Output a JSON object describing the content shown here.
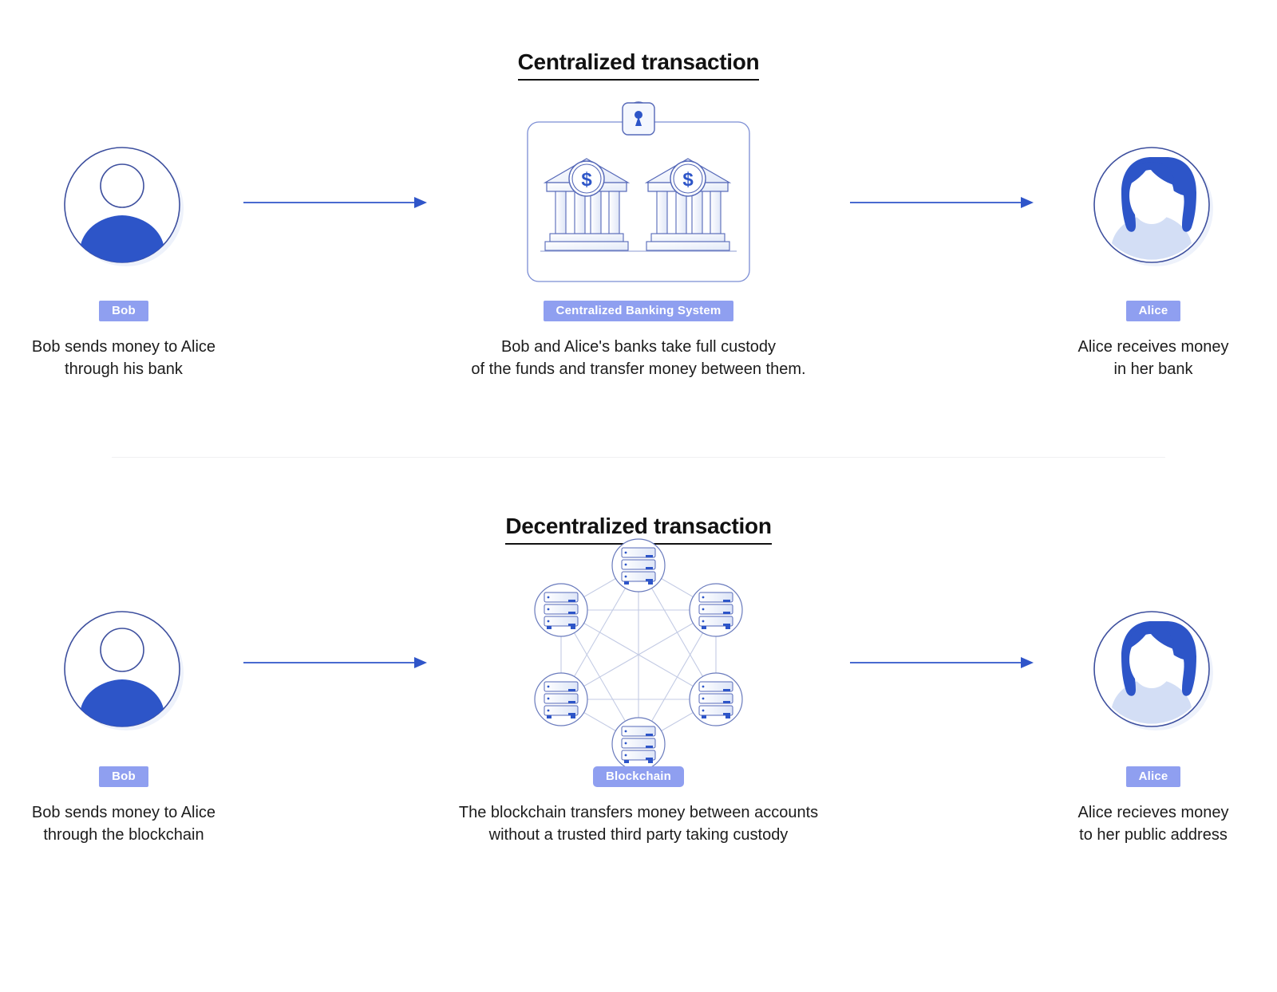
{
  "sections": [
    {
      "id": "centralized",
      "title": "Centralized transaction",
      "left": {
        "badge": "Bob",
        "caption": "Bob sends money to Alice\nthrough his bank",
        "avatar": "bob-avatar-icon"
      },
      "center": {
        "badge": "Centralized Banking System",
        "caption": "Bob and Alice's banks take full custody\nof the funds and transfer money between them.",
        "illustration": "banks-with-padlock-icon"
      },
      "right": {
        "badge": "Alice",
        "caption": "Alice receives money\nin her bank",
        "avatar": "alice-avatar-icon"
      },
      "arrows": [
        "arrow-right-icon",
        "arrow-right-icon"
      ]
    },
    {
      "id": "decentralized",
      "title": "Decentralized transaction",
      "left": {
        "badge": "Bob",
        "caption": "Bob sends money to Alice\nthrough the blockchain",
        "avatar": "bob-avatar-icon"
      },
      "center": {
        "badge": "Blockchain",
        "caption": "The blockchain transfers money between accounts\nwithout a trusted third party taking custody",
        "illustration": "blockchain-node-network-icon"
      },
      "right": {
        "badge": "Alice",
        "caption": "Alice recieves money\nto her public address",
        "avatar": "alice-avatar-icon"
      },
      "arrows": [
        "arrow-right-icon",
        "arrow-right-icon"
      ]
    }
  ],
  "colors": {
    "badge_background": "#8f9ff0",
    "badge_text": "#ffffff",
    "accent_blue": "#2d55c8",
    "outline_blue": "#3d4f9e",
    "arrow_blue": "#2f55c9",
    "body_light_blue": "#d3def5",
    "divider": "#f0f0f2",
    "title_text": "#111111"
  },
  "network": {
    "node_count": 6,
    "node_icon": "server-rack-icon",
    "fully_connected": true
  }
}
